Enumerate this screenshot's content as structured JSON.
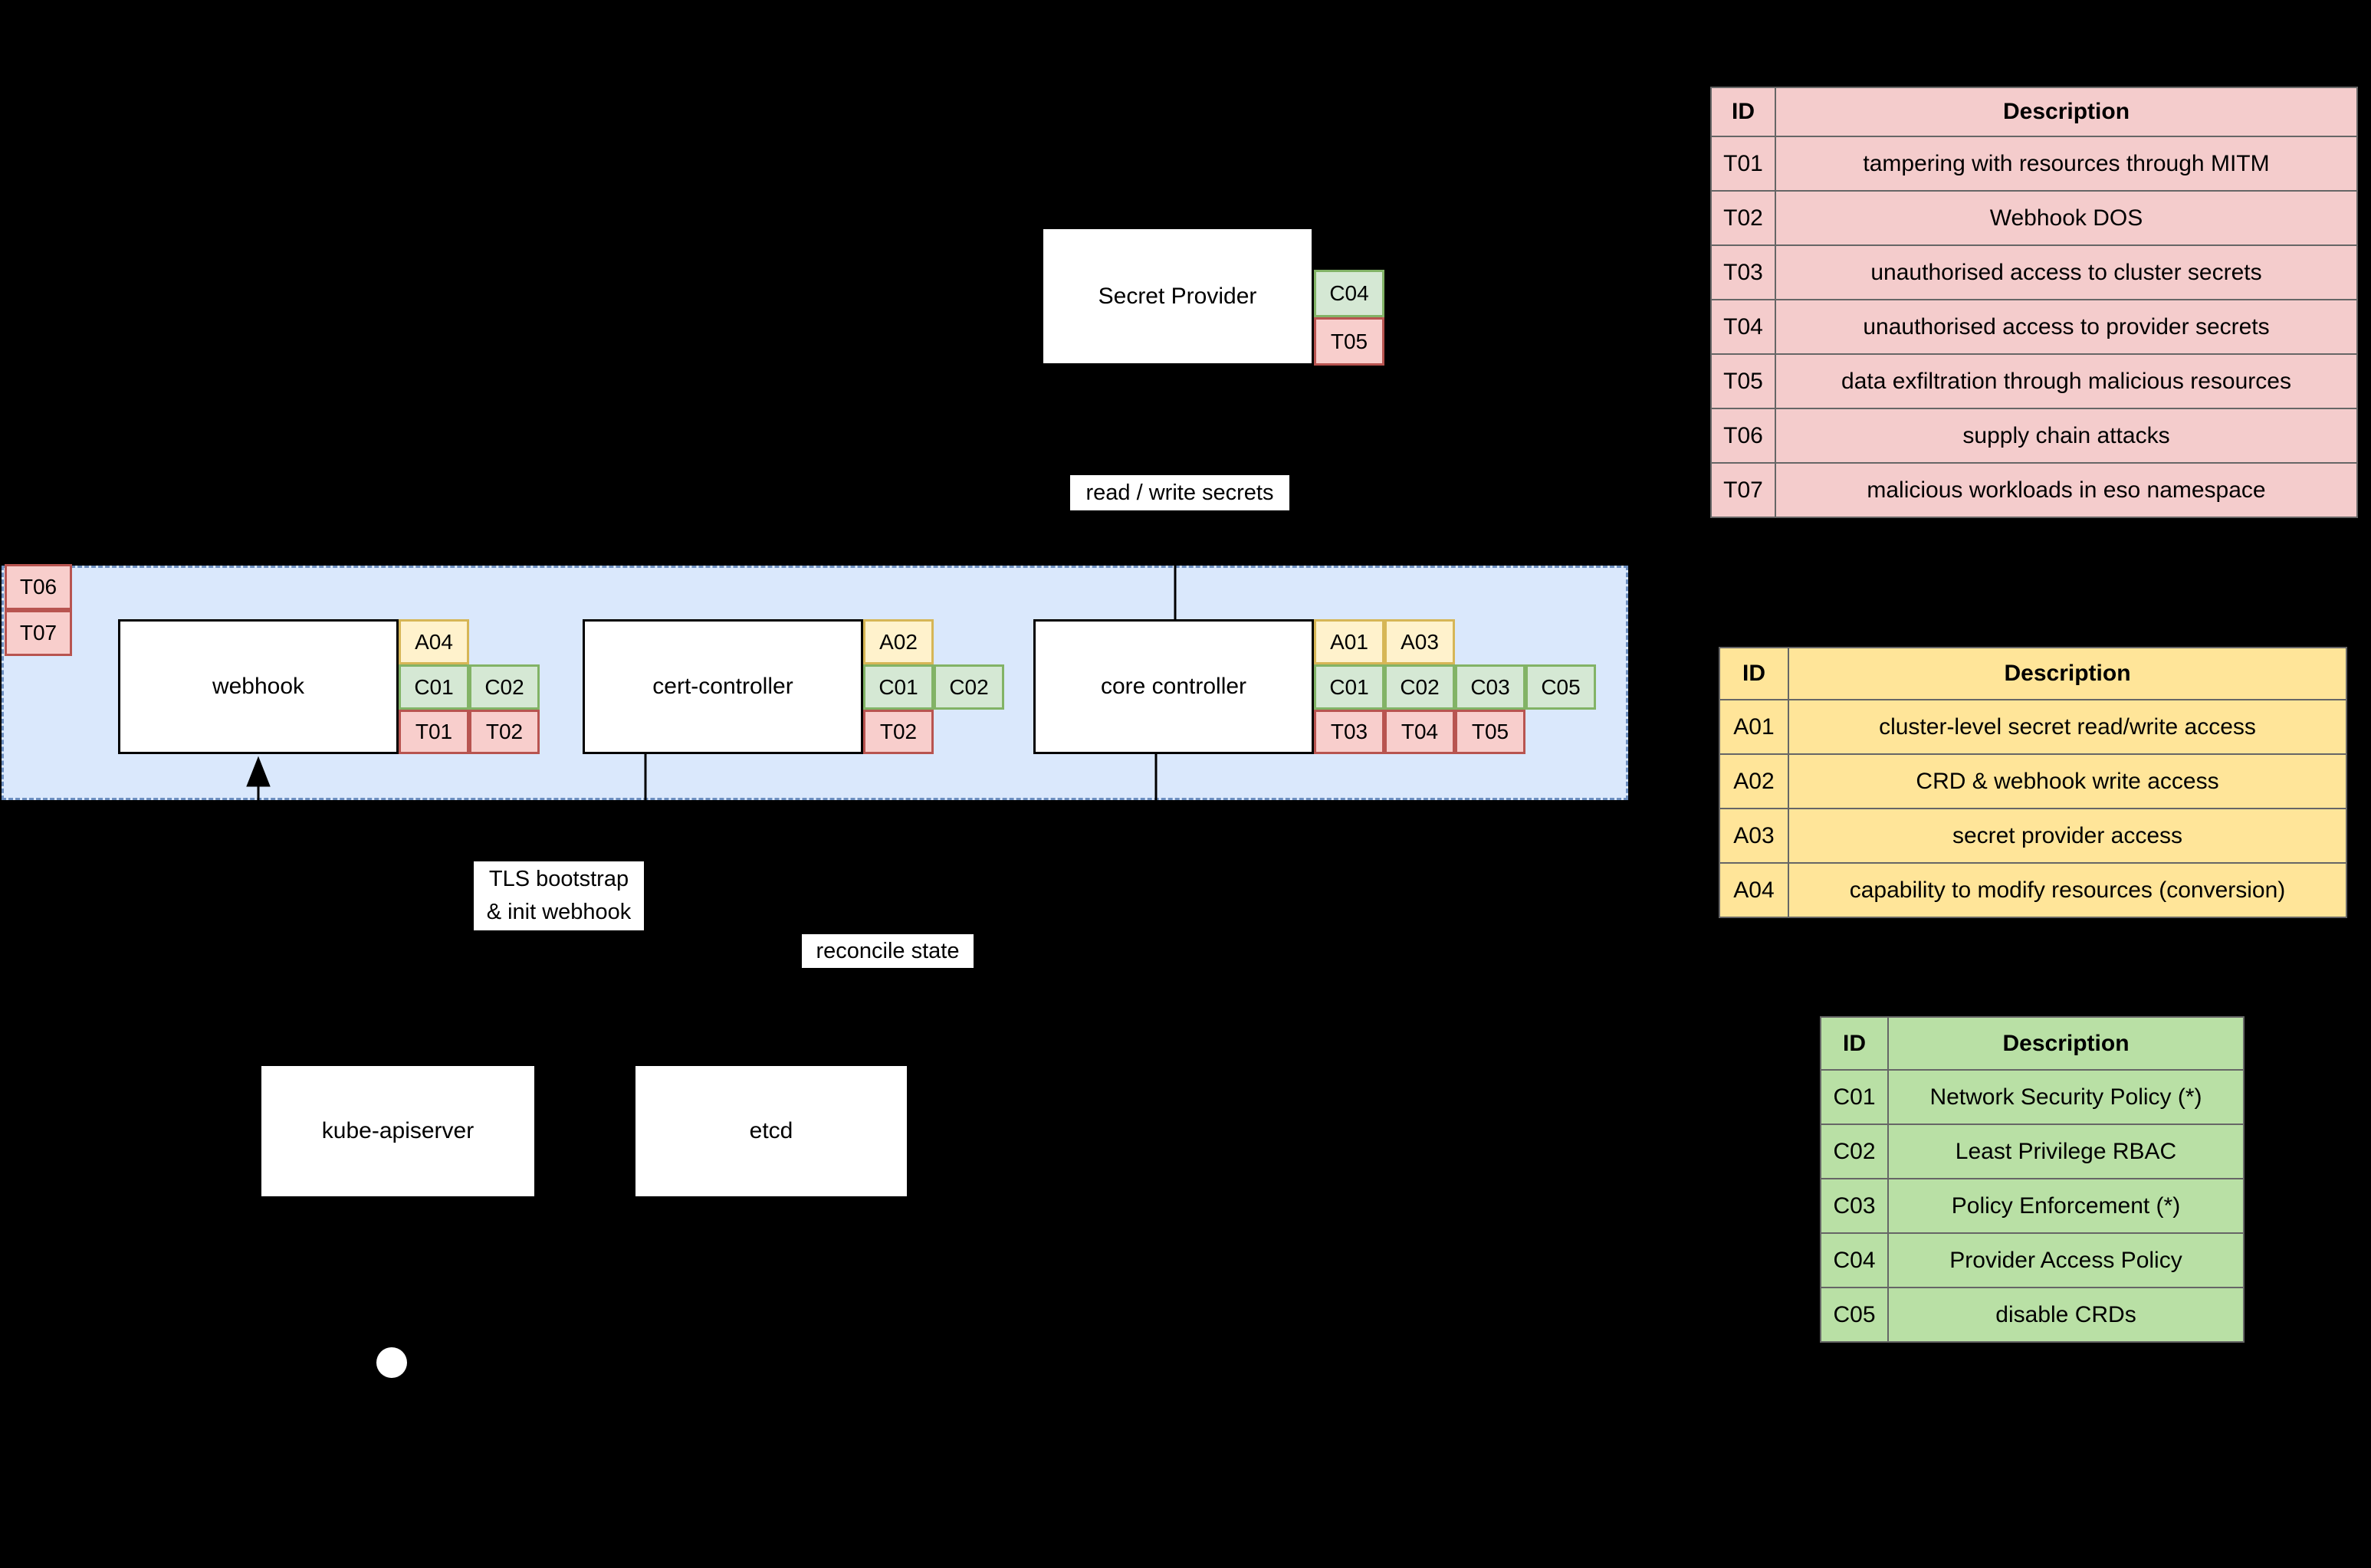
{
  "colors": {
    "background": "#000000",
    "threat_fill": "#f8cecc",
    "threat_stroke": "#b85450",
    "control_fill": "#d5e8d4",
    "control_stroke": "#82b366",
    "access_fill": "#fff2cc",
    "access_stroke": "#d6b656",
    "boundary_fill": "#dae8fc",
    "boundary_stroke": "#6c8ebf",
    "table_threat_fill": "#f4cccc",
    "table_access_fill": "#ffe599",
    "table_control_fill": "#b9e0a5",
    "table_border": "#666666"
  },
  "diagram": {
    "nodes": {
      "secret_provider": {
        "label": "Secret Provider"
      },
      "webhook": {
        "label": "webhook"
      },
      "cert_controller": {
        "label": "cert-controller"
      },
      "core_controller": {
        "label": "core controller"
      },
      "kube_apiserver": {
        "label": "kube-apiserver"
      },
      "etcd": {
        "label": "etcd"
      }
    },
    "badges": {
      "secret_provider": {
        "controls": [
          "C04"
        ],
        "threats": [
          "T05"
        ]
      },
      "boundary": {
        "threats": [
          "T06",
          "T07"
        ]
      },
      "webhook": {
        "access": [
          "A04"
        ],
        "controls": [
          "C01",
          "C02"
        ],
        "threats": [
          "T01",
          "T02"
        ]
      },
      "cert_controller": {
        "access": [
          "A02"
        ],
        "controls": [
          "C01",
          "C02"
        ],
        "threats": [
          "T02"
        ]
      },
      "core_controller": {
        "access": [
          "A01",
          "A03"
        ],
        "controls": [
          "C01",
          "C02",
          "C03",
          "C05"
        ],
        "threats": [
          "T03",
          "T04",
          "T05"
        ]
      }
    },
    "edge_labels": {
      "read_write_secrets": "read / write secrets",
      "tls_bootstrap": [
        "TLS bootstrap",
        "& init webhook"
      ],
      "reconcile_state": "reconcile state"
    }
  },
  "tables": {
    "threats": {
      "header_id": "ID",
      "header_desc": "Description",
      "rows": [
        [
          "T01",
          "tampering with resources through MITM"
        ],
        [
          "T02",
          "Webhook DOS"
        ],
        [
          "T03",
          "unauthorised access to cluster secrets"
        ],
        [
          "T04",
          "unauthorised access to provider secrets"
        ],
        [
          "T05",
          "data exfiltration through malicious resources"
        ],
        [
          "T06",
          "supply chain attacks"
        ],
        [
          "T07",
          "malicious workloads in eso namespace"
        ]
      ]
    },
    "access": {
      "header_id": "ID",
      "header_desc": "Description",
      "rows": [
        [
          "A01",
          "cluster-level secret read/write access"
        ],
        [
          "A02",
          "CRD & webhook write access"
        ],
        [
          "A03",
          "secret provider access"
        ],
        [
          "A04",
          "capability to modify resources (conversion)"
        ]
      ]
    },
    "controls": {
      "header_id": "ID",
      "header_desc": "Description",
      "rows": [
        [
          "C01",
          "Network Security Policy (*)"
        ],
        [
          "C02",
          "Least Privilege RBAC"
        ],
        [
          "C03",
          "Policy Enforcement (*)"
        ],
        [
          "C04",
          "Provider Access Policy"
        ],
        [
          "C05",
          "disable CRDs"
        ]
      ]
    }
  }
}
